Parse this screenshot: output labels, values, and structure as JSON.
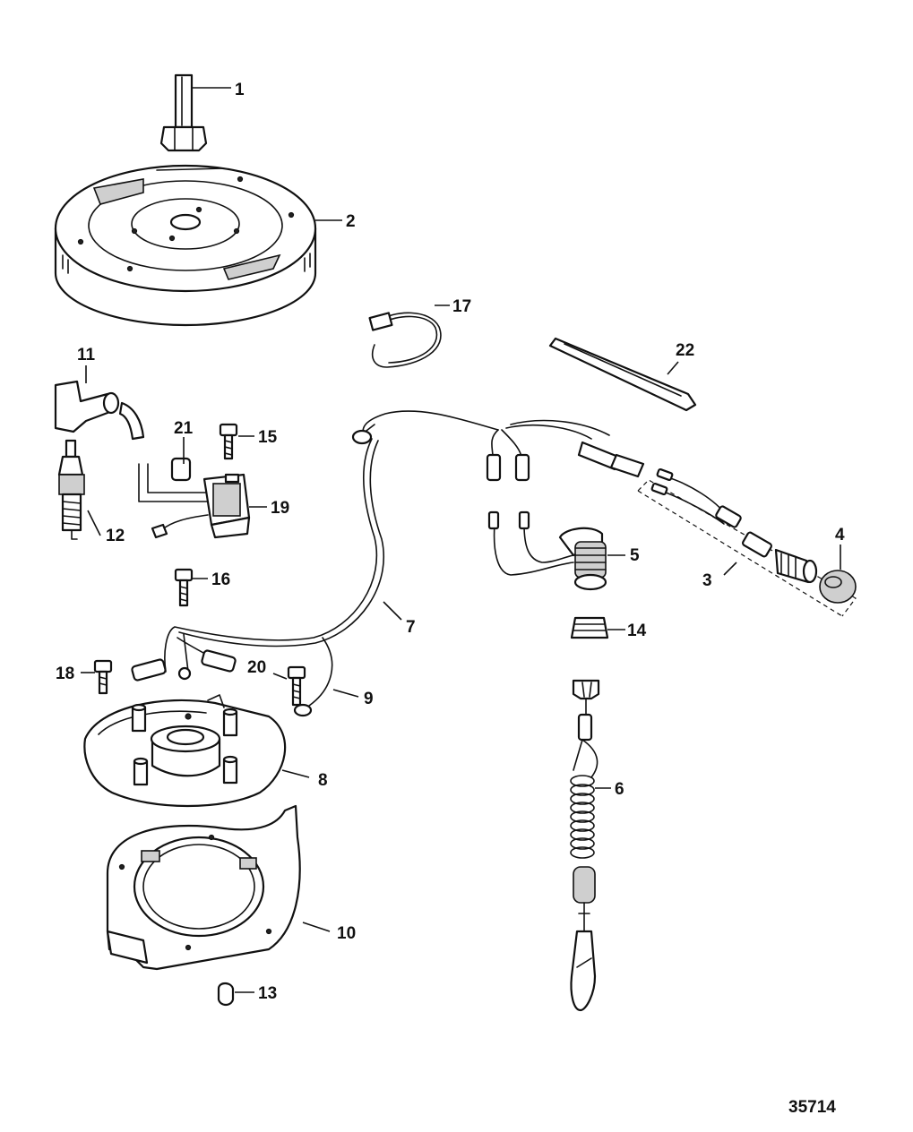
{
  "diagram": {
    "figure_number": "35714",
    "callouts": {
      "c1": "1",
      "c2": "2",
      "c3": "3",
      "c4": "4",
      "c5": "5",
      "c6": "6",
      "c7": "7",
      "c8": "8",
      "c9": "9",
      "c10": "10",
      "c11": "11",
      "c12": "12",
      "c13": "13",
      "c14": "14",
      "c15": "15",
      "c16": "16",
      "c17": "17",
      "c18": "18",
      "c19": "19",
      "c20": "20",
      "c21": "21",
      "c22": "22"
    }
  },
  "colors": {
    "line": "#111111",
    "shade": "#cfcfcf",
    "background": "#ffffff"
  }
}
